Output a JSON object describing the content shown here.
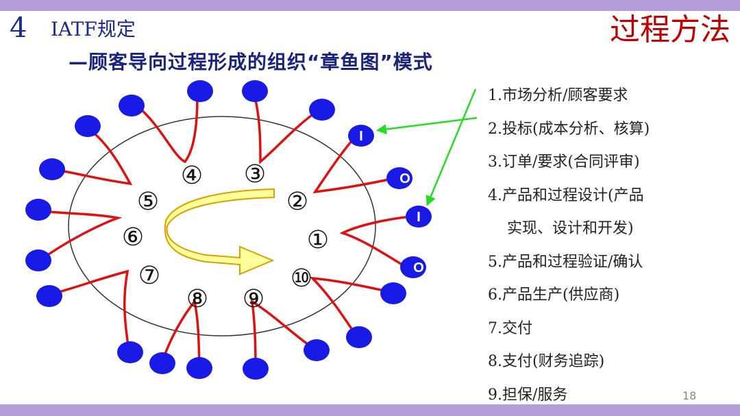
{
  "header": {
    "slide_number": "4",
    "section": "IATF规定",
    "topic": "过程方法"
  },
  "subtitle": "—顾客导向过程形成的组织“章鱼图”模式",
  "diagram": {
    "step_labels": [
      "①",
      "②",
      "③",
      "④",
      "⑤",
      "⑥",
      "⑦",
      "⑧",
      "⑨",
      "⑩"
    ],
    "io_labels": [
      "I",
      "O",
      "I",
      "O"
    ],
    "colors": {
      "node": "#1a1ae6",
      "tentacle": "#e01010",
      "arrow_line": "#22dd22",
      "big_arrow": "#ffff99"
    }
  },
  "list": [
    "1.市场分析/顾客要求",
    "2.投标(成本分析、核算)",
    "3.订单/要求(合同评审)",
    "4.产品和过程设计(产品",
    "实现、设计和开发)",
    "5.产品和过程验证/确认",
    "6.产品生产(供应商)",
    "7.交付",
    "8.支付(财务追踪)",
    "9.担保/服务"
  ],
  "page_number": "18"
}
